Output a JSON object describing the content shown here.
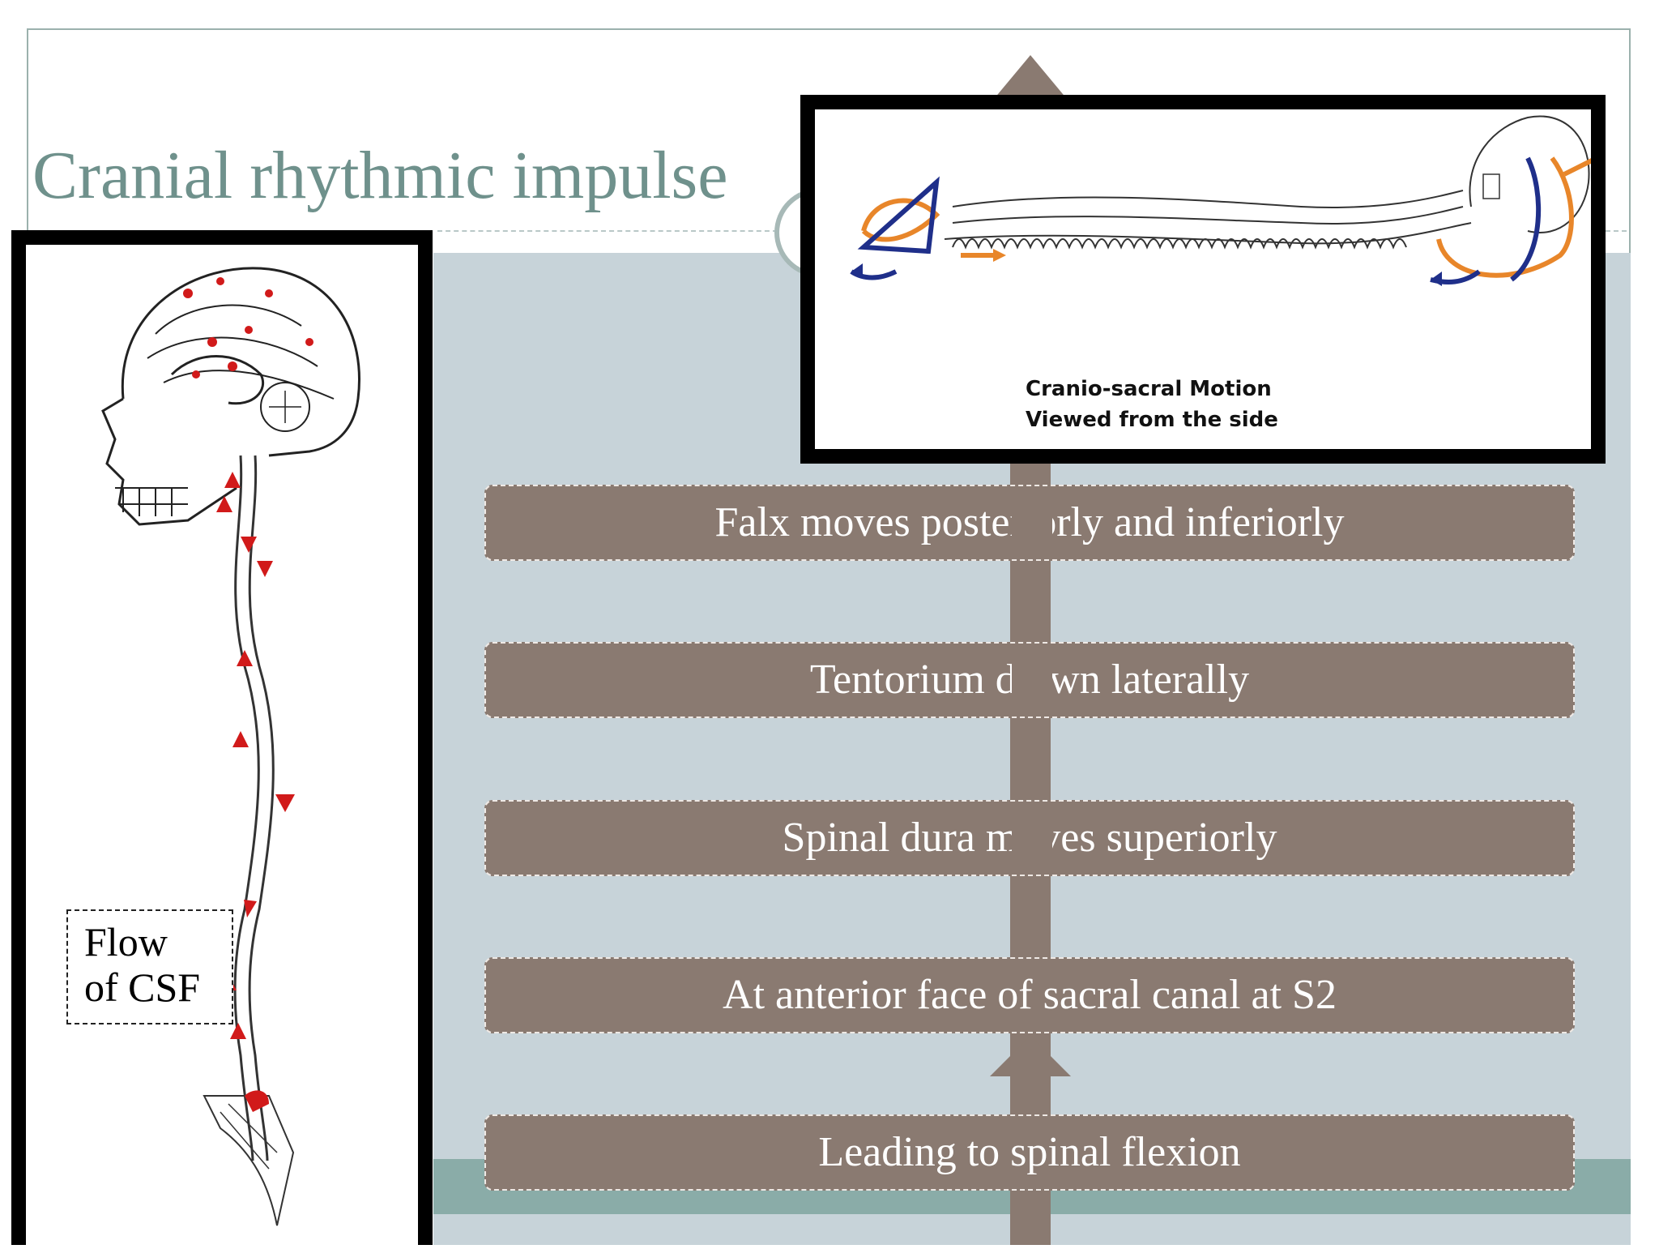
{
  "slide": {
    "title": "Cranial rhythmic impulse"
  },
  "diagram": {
    "steps": [
      {
        "text": "Falx moves posteriorly and inferiorly"
      },
      {
        "text": "Tentorium drawn laterally"
      },
      {
        "text": "Spinal dura moves superiorly"
      },
      {
        "text": "At anterior face of sacral canal at S2"
      },
      {
        "text": "Leading to spinal flexion"
      }
    ]
  },
  "left_figure": {
    "label_line1": "Flow",
    "label_line2": "of CSF"
  },
  "inset_figure": {
    "caption_line1": "Cranio-sacral Motion",
    "caption_line2": "Viewed from the side"
  },
  "colors": {
    "title": "#6f918c",
    "step_fill": "#8a7a71",
    "panel": "#c7d3d9",
    "band": "#8aaca8",
    "csf_arrows": "#d11a1a",
    "inset_orange": "#e8862a",
    "inset_blue": "#1f2f8a"
  }
}
